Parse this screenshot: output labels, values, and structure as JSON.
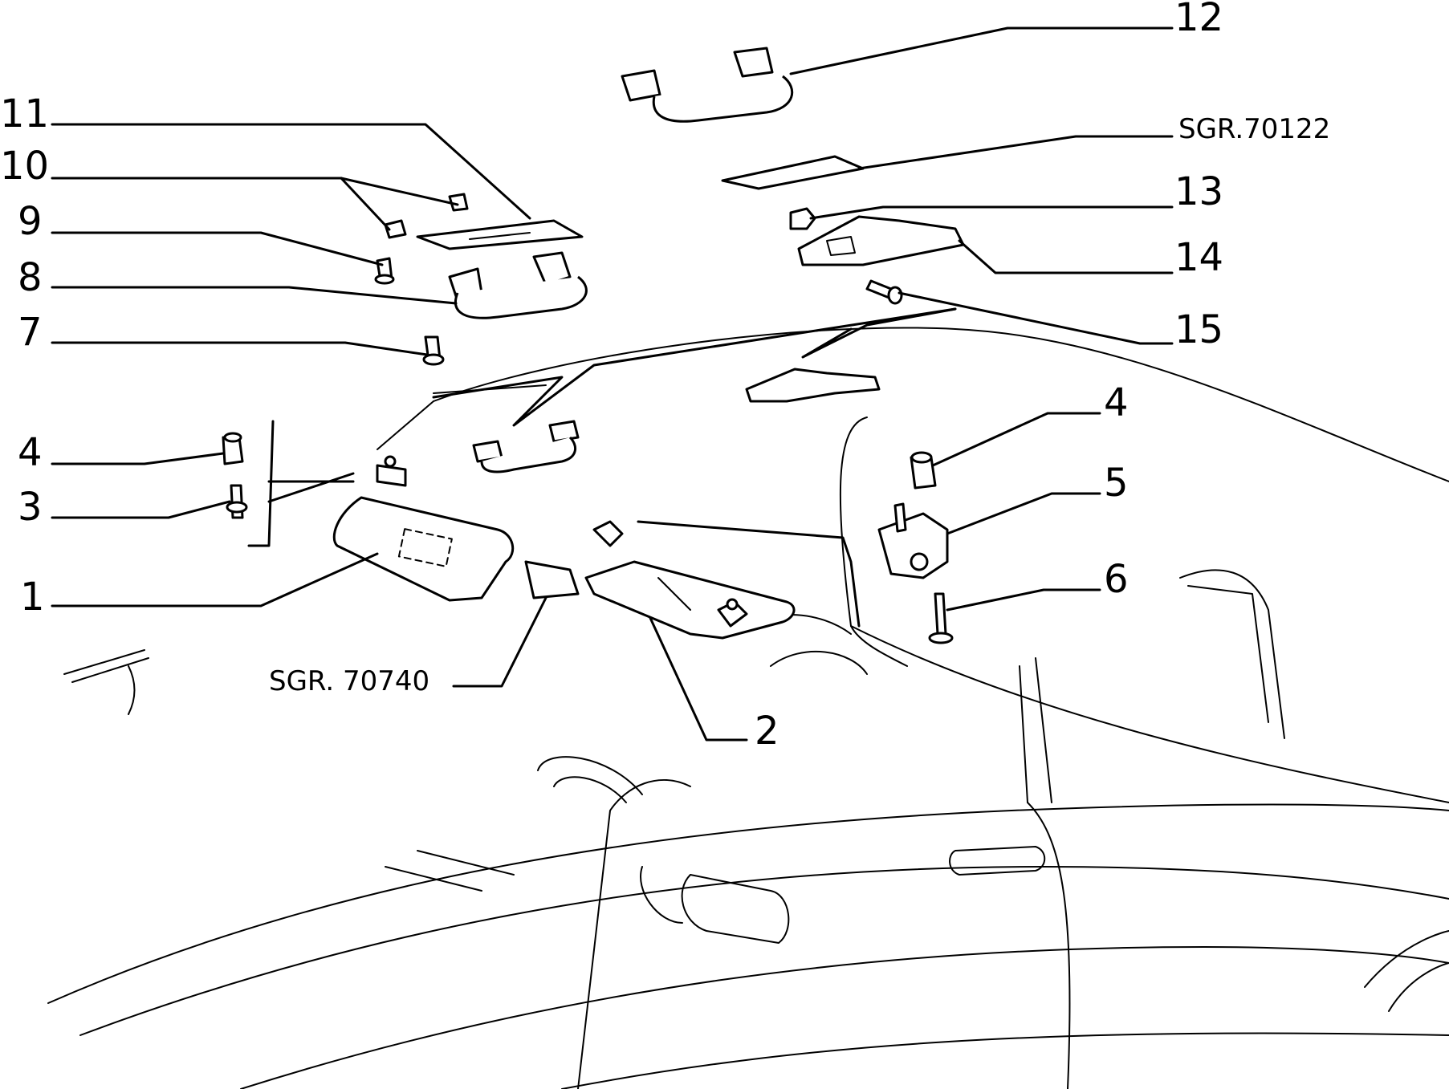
{
  "callouts": {
    "n1": "1",
    "n2": "2",
    "n3": "3",
    "n4a": "4",
    "n4b": "4",
    "n5": "5",
    "n6": "6",
    "n7": "7",
    "n8": "8",
    "n9": "9",
    "n10": "10",
    "n11": "11",
    "n12": "12",
    "n13": "13",
    "n14": "14",
    "n15": "15"
  },
  "refs": {
    "sgr_70122": "SGR.70122",
    "sgr_70740": "SGR. 70740"
  }
}
